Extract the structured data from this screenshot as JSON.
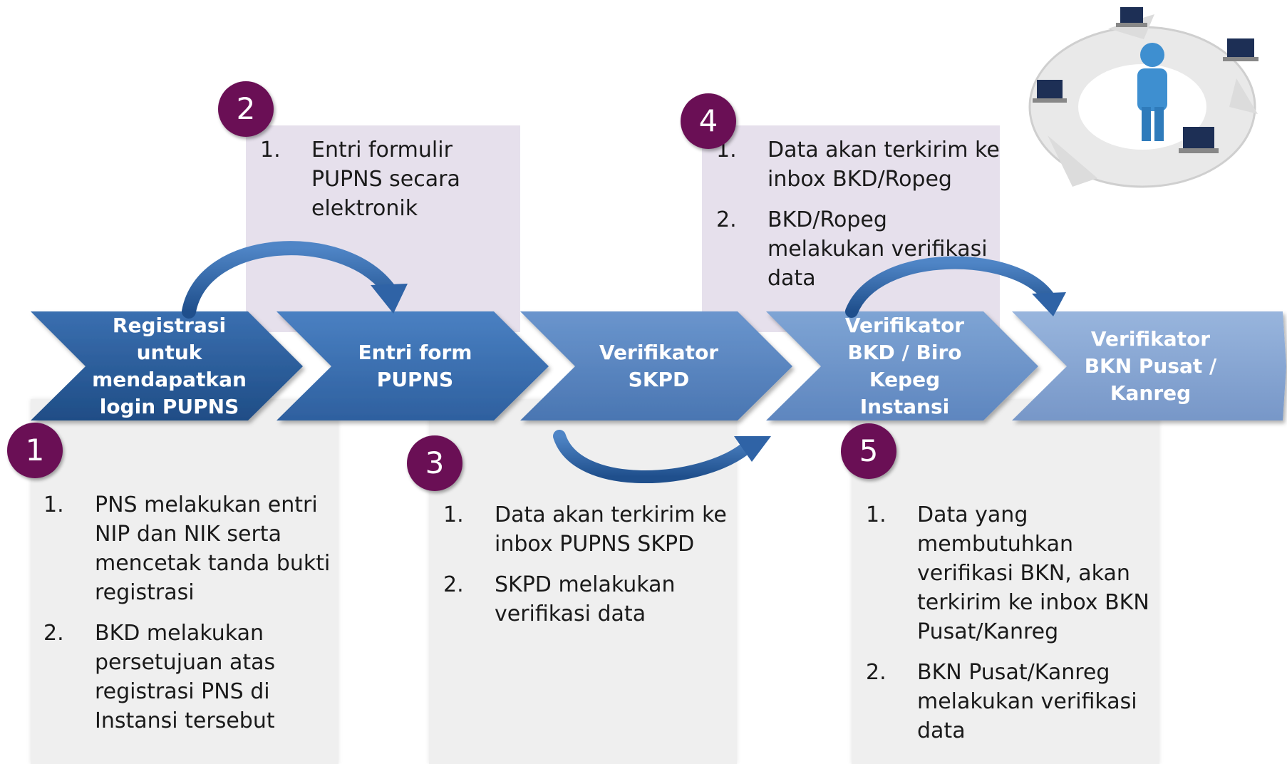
{
  "steps": [
    {
      "label": "Registrasi untuk mendapatkan login PUPNS"
    },
    {
      "label": "Entri form PUPNS"
    },
    {
      "label": "Verifikator SKPD"
    },
    {
      "label": "Verifikator BKD / Biro Kepeg Instansi"
    },
    {
      "label": "Verifikator BKN Pusat / Kanreg"
    }
  ],
  "boxes": {
    "b1": {
      "badge": "1",
      "items": [
        {
          "num": "1.",
          "text": "PNS melakukan entri NIP dan NIK serta mencetak tanda bukti registrasi"
        },
        {
          "num": "2.",
          "text": "BKD melakukan persetujuan atas registrasi PNS di Instansi tersebut"
        }
      ]
    },
    "b2": {
      "badge": "2",
      "items": [
        {
          "num": "1.",
          "text": "Entri formulir PUPNS secara elektronik"
        }
      ]
    },
    "b3": {
      "badge": "3",
      "items": [
        {
          "num": "1.",
          "text": "Data akan terkirim ke inbox PUPNS SKPD"
        },
        {
          "num": "2.",
          "text": "SKPD melakukan verifikasi data"
        }
      ]
    },
    "b4": {
      "badge": "4",
      "items": [
        {
          "num": "1.",
          "text": "Data akan terkirim ke inbox BKD/Ropeg"
        },
        {
          "num": "2.",
          "text": "BKD/Ropeg melakukan verifikasi data"
        }
      ]
    },
    "b5": {
      "badge": "5",
      "items": [
        {
          "num": "1.",
          "text": "Data yang membutuhkan verifikasi BKN, akan terkirim ke inbox BKN Pusat/Kanreg"
        },
        {
          "num": "2.",
          "text": "BKN Pusat/Kanreg melakukan verifikasi data"
        }
      ]
    }
  },
  "colors": {
    "badge": "#6a0f55",
    "box_top": "#e6e0ec",
    "box_bottom": "#efefef",
    "chevron_1": "#2d5f9e",
    "chevron_2": "#3d72b4",
    "chevron_3": "#5b88c4",
    "chevron_4": "#7198cc",
    "chevron_5": "#8aaad6"
  },
  "icons": {
    "network": "network-users-illustration"
  }
}
